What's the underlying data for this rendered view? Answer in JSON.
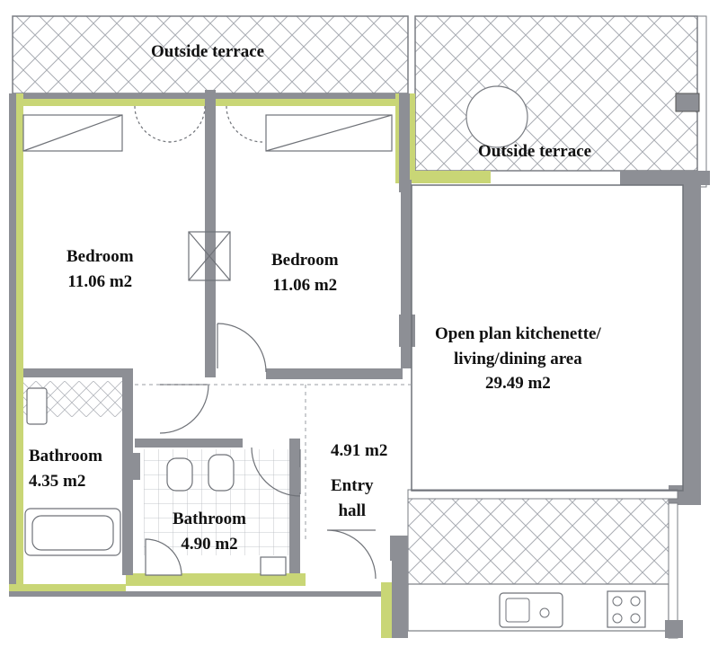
{
  "floorplan": {
    "terrace_top": "Outside terrace",
    "terrace_right": "Outside terrace",
    "bedroom_1": {
      "name": "Bedroom",
      "area": "11.06 m2"
    },
    "bedroom_2": {
      "name": "Bedroom",
      "area": "11.06 m2"
    },
    "living": {
      "line1": "Open plan kitchenette/",
      "line2": "living/dining area",
      "area": "29.49 m2"
    },
    "bathroom_1": {
      "name": "Bathroom",
      "area": "4.35 m2"
    },
    "bathroom_2": {
      "name": "Bathroom",
      "area": "4.90 m2"
    },
    "entry": {
      "area": "4.91 m2",
      "line1": "Entry",
      "line2": "hall"
    }
  },
  "colors": {
    "wall": "#8d8f95",
    "wall_highlight": "#c9d676",
    "hatch": "#a9acb3",
    "line": "#6f7278"
  }
}
